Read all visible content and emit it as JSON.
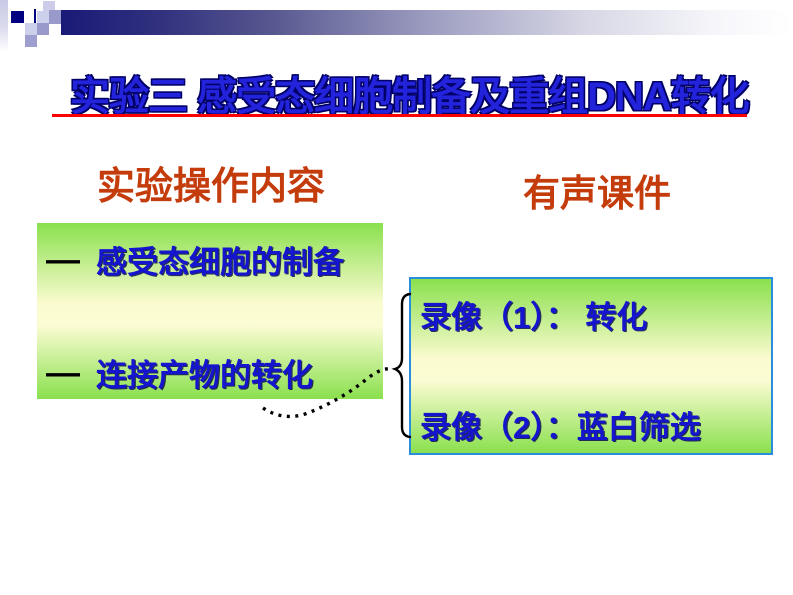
{
  "slide": {
    "title": "实验三 感受态细胞制备及重组DNA转化",
    "left_heading": "实验操作内容",
    "right_heading": "有声课件",
    "left_box": {
      "items": [
        {
          "bullet": "—",
          "text": "感受态细胞的制备"
        },
        {
          "bullet": "—",
          "text": "连接产物的转化"
        }
      ]
    },
    "right_box": {
      "items": [
        {
          "text": "录像（1）： 转化"
        },
        {
          "text": "录像（2）：蓝白筛选"
        }
      ]
    },
    "colors": {
      "title_blue": "#2323dc",
      "heading_orange": "#c43c0c",
      "body_blue": "#1515cf",
      "rule_red": "#ff0000",
      "box_green": "#8ae04e",
      "box_center_yellow": "#fbfbd0",
      "right_box_border": "#2a8ede",
      "banner_navy": "#1a1a78"
    }
  }
}
